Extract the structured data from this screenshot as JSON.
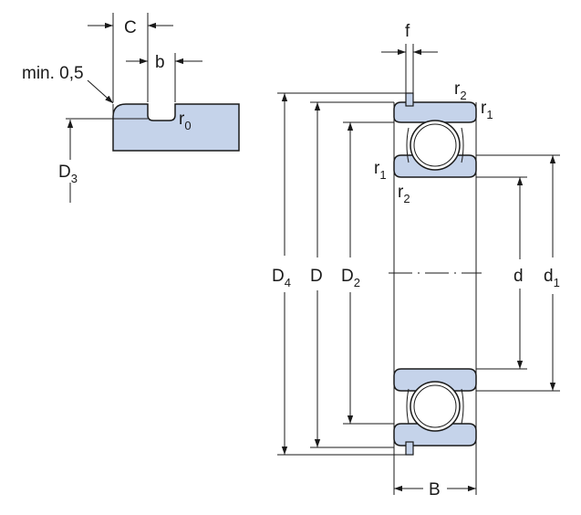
{
  "colors": {
    "part_fill": "#c5d3ea",
    "line": "#1a1a1a",
    "background": "#ffffff"
  },
  "detail": {
    "label_C": "C",
    "label_b": "b",
    "label_min": "min. 0,5",
    "label_r0_main": "r",
    "label_r0_sub": "0",
    "label_D3_main": "D",
    "label_D3_sub": "3"
  },
  "bearing": {
    "label_f": "f",
    "label_r2_top_main": "r",
    "label_r2_top_sub": "2",
    "label_r1_top_main": "r",
    "label_r1_top_sub": "1",
    "label_r1_mid_main": "r",
    "label_r1_mid_sub": "1",
    "label_r2_mid_main": "r",
    "label_r2_mid_sub": "2",
    "label_D4_main": "D",
    "label_D4_sub": "4",
    "label_D": "D",
    "label_D2_main": "D",
    "label_D2_sub": "2",
    "label_d": "d",
    "label_d1_main": "d",
    "label_d1_sub": "1",
    "label_B": "B"
  }
}
